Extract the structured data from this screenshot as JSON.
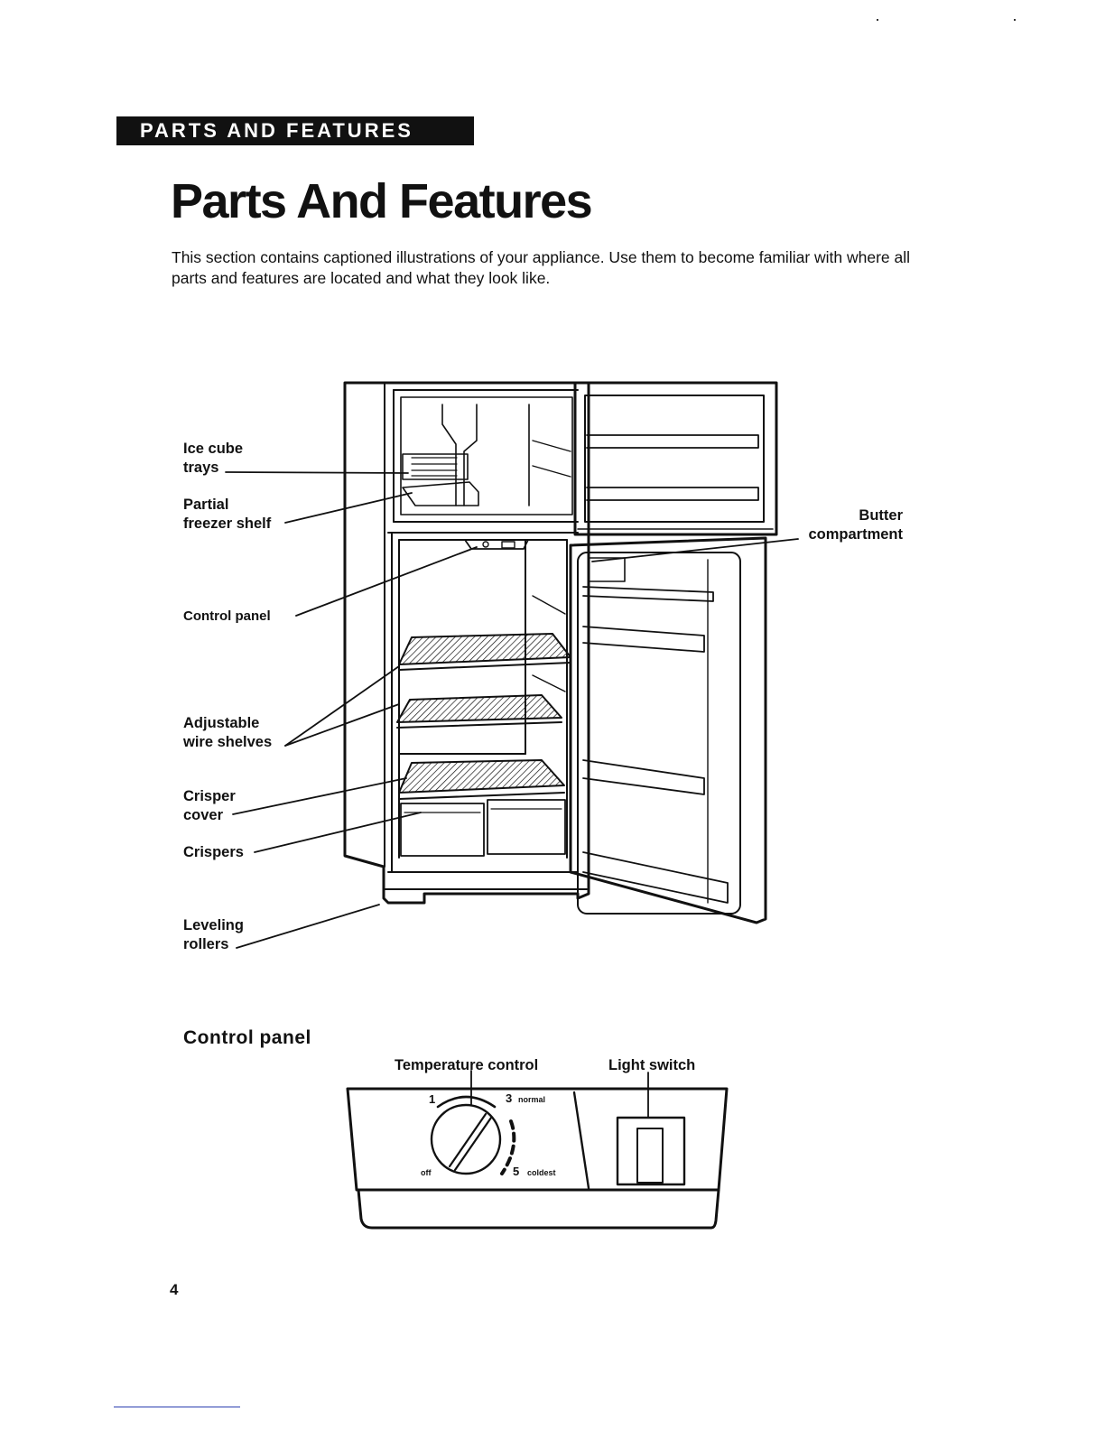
{
  "header": {
    "section": "PARTS AND FEATURES"
  },
  "page": {
    "title": "Parts And Features",
    "intro": "This section contains captioned illustrations of your appliance. Use them to become familiar with where all parts and features are located and what they look like.",
    "number": "4"
  },
  "callouts": {
    "ice_cube_trays": [
      "Ice cube",
      "trays"
    ],
    "partial_freezer_shelf": [
      "Partial",
      "freezer shelf"
    ],
    "control_panel": "Control panel",
    "adjustable_wire_shelves": [
      "Adjustable",
      "wire shelves"
    ],
    "crisper_cover": [
      "Crisper",
      "cover"
    ],
    "crispers": "Crispers",
    "leveling_rollers": [
      "Leveling",
      "rollers"
    ],
    "butter_compartment": [
      "Butter",
      "compartment"
    ]
  },
  "control_panel_section": {
    "heading": "Control panel",
    "temperature_control_label": "Temperature control",
    "light_switch_label": "Light switch",
    "dial_marks": {
      "one": "1",
      "three": "3",
      "normal": "normal",
      "off": "off",
      "five": "5",
      "coldest": "coldest"
    }
  }
}
